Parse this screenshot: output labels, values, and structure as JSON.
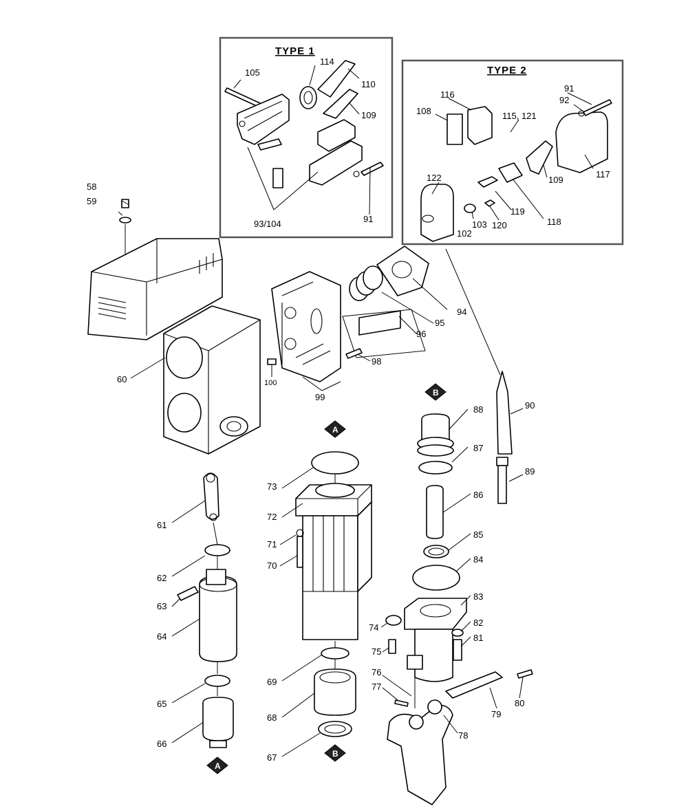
{
  "diagram": {
    "type1_title": "TYPE 1",
    "type2_title": "TYPE 2",
    "callouts": [
      {
        "id": "58",
        "text": "58"
      },
      {
        "id": "59",
        "text": "59"
      },
      {
        "id": "60",
        "text": "60"
      },
      {
        "id": "61",
        "text": "61"
      },
      {
        "id": "62",
        "text": "62"
      },
      {
        "id": "63",
        "text": "63"
      },
      {
        "id": "64",
        "text": "64"
      },
      {
        "id": "65",
        "text": "65"
      },
      {
        "id": "66",
        "text": "66"
      },
      {
        "id": "67",
        "text": "67"
      },
      {
        "id": "68",
        "text": "68"
      },
      {
        "id": "69",
        "text": "69"
      },
      {
        "id": "70",
        "text": "70"
      },
      {
        "id": "71",
        "text": "71"
      },
      {
        "id": "72",
        "text": "72"
      },
      {
        "id": "73",
        "text": "73"
      },
      {
        "id": "74",
        "text": "74"
      },
      {
        "id": "75",
        "text": "75"
      },
      {
        "id": "76",
        "text": "76"
      },
      {
        "id": "77",
        "text": "77"
      },
      {
        "id": "78",
        "text": "78"
      },
      {
        "id": "79",
        "text": "79"
      },
      {
        "id": "80",
        "text": "80"
      },
      {
        "id": "81",
        "text": "81"
      },
      {
        "id": "82",
        "text": "82"
      },
      {
        "id": "83",
        "text": "83"
      },
      {
        "id": "84",
        "text": "84"
      },
      {
        "id": "85",
        "text": "85"
      },
      {
        "id": "86",
        "text": "86"
      },
      {
        "id": "87",
        "text": "87"
      },
      {
        "id": "88",
        "text": "88"
      },
      {
        "id": "89",
        "text": "89"
      },
      {
        "id": "90",
        "text": "90"
      },
      {
        "id": "91a",
        "text": "91"
      },
      {
        "id": "91b",
        "text": "91"
      },
      {
        "id": "92",
        "text": "92"
      },
      {
        "id": "93_104",
        "text": "93/104"
      },
      {
        "id": "94",
        "text": "94"
      },
      {
        "id": "95",
        "text": "95"
      },
      {
        "id": "96",
        "text": "96"
      },
      {
        "id": "98",
        "text": "98"
      },
      {
        "id": "99",
        "text": "99"
      },
      {
        "id": "100",
        "text": "100"
      },
      {
        "id": "102",
        "text": "102"
      },
      {
        "id": "103",
        "text": "103"
      },
      {
        "id": "105",
        "text": "105"
      },
      {
        "id": "108",
        "text": "108"
      },
      {
        "id": "109a",
        "text": "109"
      },
      {
        "id": "109b",
        "text": "109"
      },
      {
        "id": "110",
        "text": "110"
      },
      {
        "id": "114",
        "text": "114"
      },
      {
        "id": "115_121",
        "text": "115, 121"
      },
      {
        "id": "116",
        "text": "116"
      },
      {
        "id": "117",
        "text": "117"
      },
      {
        "id": "118",
        "text": "118"
      },
      {
        "id": "119",
        "text": "119"
      },
      {
        "id": "120",
        "text": "120"
      },
      {
        "id": "122",
        "text": "122"
      }
    ],
    "markers": [
      {
        "id": "a_top",
        "text": "A"
      },
      {
        "id": "b_top",
        "text": "B"
      },
      {
        "id": "a_bottom",
        "text": "A"
      },
      {
        "id": "b_bottom",
        "text": "B"
      }
    ]
  }
}
